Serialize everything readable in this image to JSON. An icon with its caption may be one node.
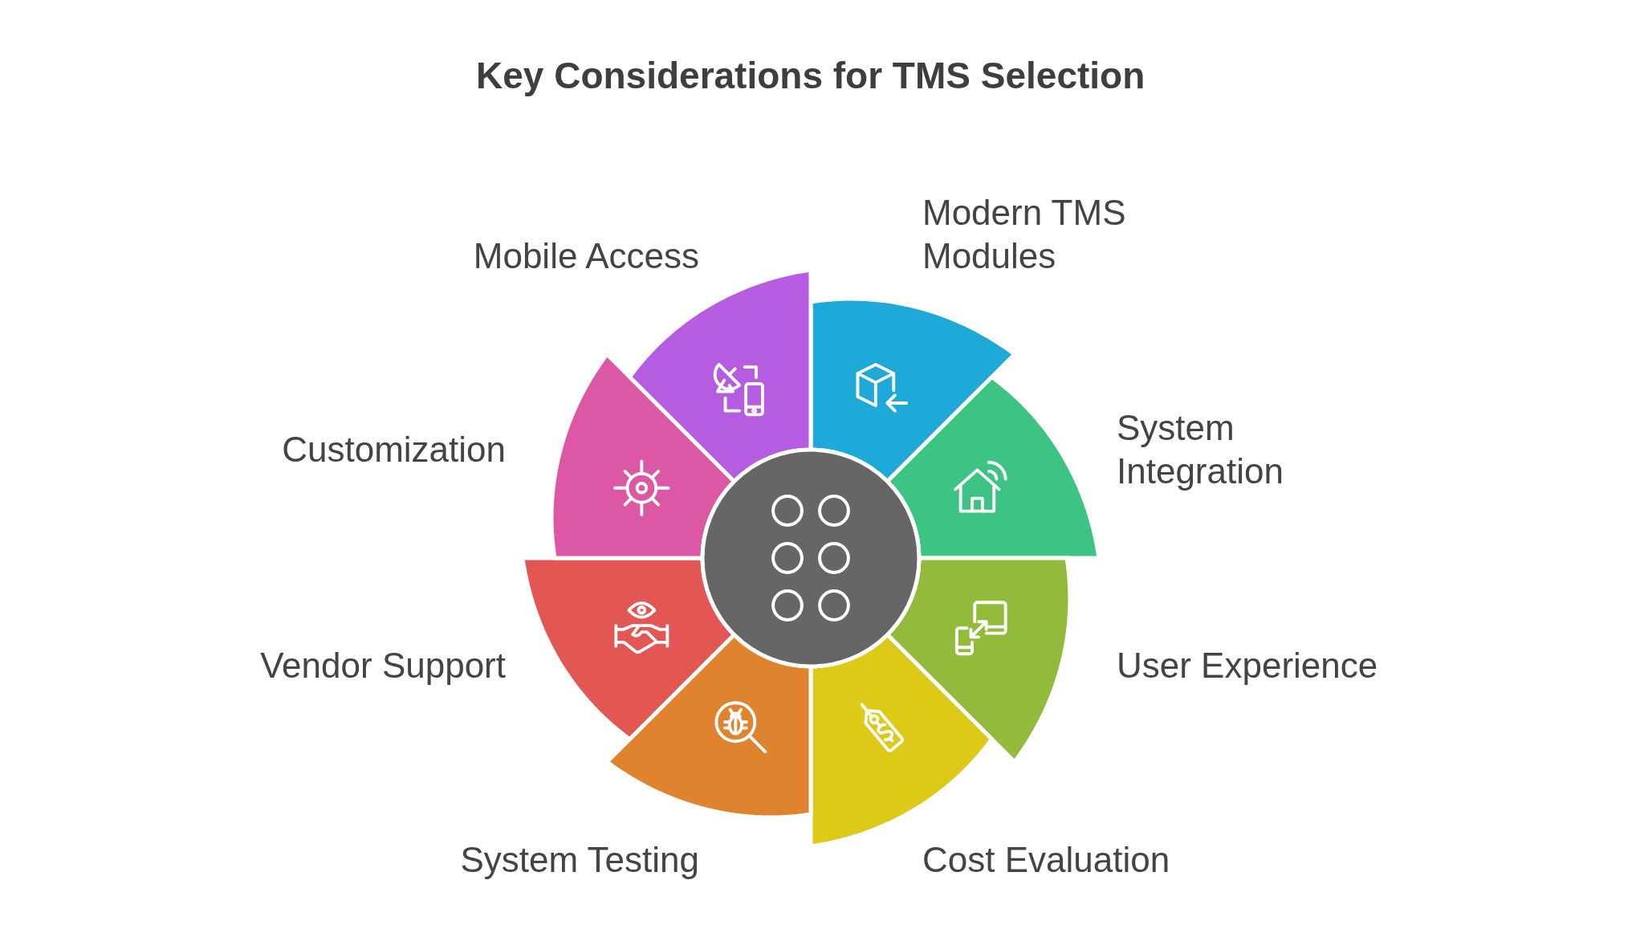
{
  "diagram": {
    "title": "Key Considerations for TMS Selection",
    "nodes": [
      {
        "text": [],
        "shape": "circle"
      },
      {
        "text": [
          "Modern TMS Modules"
        ]
      },
      {
        "text": [
          "System Integration"
        ]
      },
      {
        "text": [
          "User Experience"
        ]
      },
      {
        "text": [
          "Cost Evaluation"
        ]
      },
      {
        "text": [
          "System Testing"
        ]
      },
      {
        "text": [
          "Vendor Support"
        ]
      },
      {
        "text": [
          "Customization"
        ]
      },
      {
        "text": [
          "Mobile Access"
        ]
      }
    ]
  }
}
